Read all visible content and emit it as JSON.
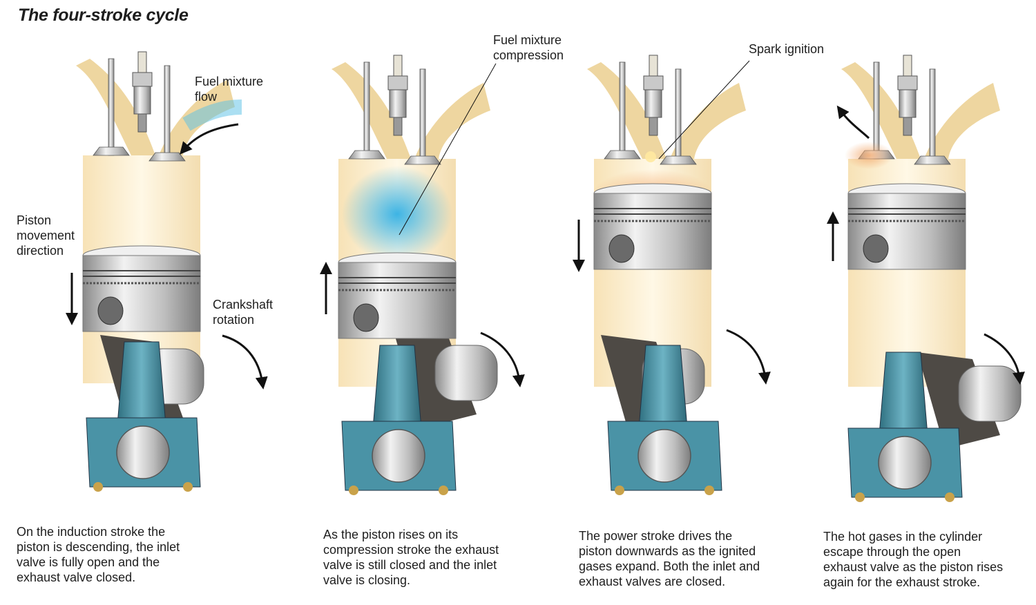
{
  "title": "The four-stroke cycle",
  "labels": {
    "fuel_flow": "Fuel mixture\nflow",
    "piston_direction": "Piston\nmovement\ndirection",
    "crankshaft": "Crankshaft\nrotation",
    "compression": "Fuel mixture\ncompression",
    "spark": "Spark ignition"
  },
  "stages": [
    {
      "caption": "On the induction stroke the\npiston is descending, the inlet\nvalve is fully open and the\nexhaust valve closed."
    },
    {
      "caption": "As the piston rises on its\ncompression stroke the exhaust\nvalve is still closed and the inlet\nvalve is closing."
    },
    {
      "caption": "The power stroke drives the\npiston downwards as the ignited\ngases expand. Both the inlet and\nexhaust valves are closed."
    },
    {
      "caption": "The hot gases in the cylinder\nescape through the open\nexhaust valve as the piston rises\nagain for the exhaust stroke."
    }
  ],
  "colors": {
    "port": "#eed6a0",
    "cylinder": "#fbf0d4",
    "metal": "#cfcfcf",
    "rod": "#4a93a6",
    "crank": "#4e4a45",
    "fuel": "#57bfe6",
    "hot": "#f2a870"
  }
}
